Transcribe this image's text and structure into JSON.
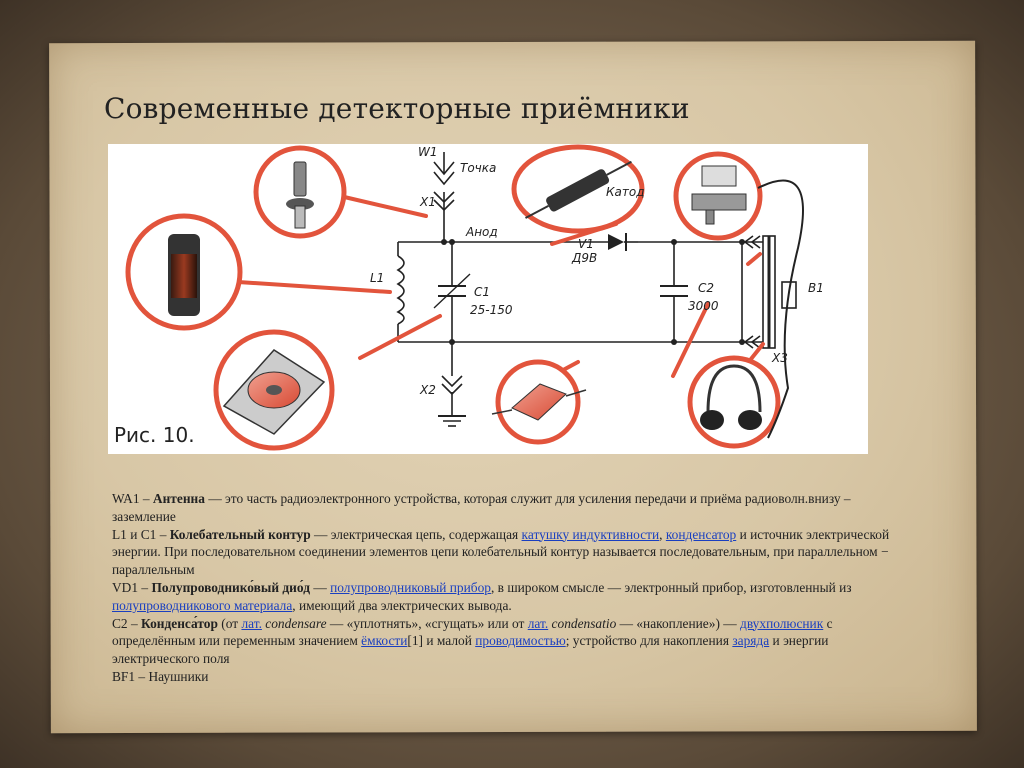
{
  "slide": {
    "title": "Современные детекторные приёмники"
  },
  "figure": {
    "caption": "Рис. 10.",
    "labels": {
      "w1": "W1",
      "tochka": "Точка",
      "katod": "Катод",
      "x1": "X1",
      "anod": "Анод",
      "v1": "V1",
      "d9v": "Д9В",
      "l1": "L1",
      "c1": "C1",
      "c1_range": "25-150",
      "c2": "C2",
      "c2_value": "3000",
      "b1": "B1",
      "x3": "X3",
      "x2": "X2"
    }
  },
  "text": {
    "wa1_code": "WA1 – ",
    "wa1_term": "Антенна",
    "wa1_desc": " — это часть радиоэлектронного устройства, которая служит для усиления передачи и приёма радиоволн.внизу – заземление",
    "lc_code": "L1 и C1 – ",
    "lc_term": "Колебательный контур",
    "lc_desc1": " — электрическая цепь, содержащая ",
    "lc_link1": "катушку индуктивности",
    "lc_sep": ", ",
    "lc_link2": "конденсатор",
    "lc_desc2": " и источник электрической энергии. При последовательном соединении элементов цепи колебательный контур называется последовательным, при параллельном − параллельным",
    "vd_code": "VD1 – ",
    "vd_term": "Полупроводнико́вый дио́д",
    "vd_desc1": " — ",
    "vd_link1": "полупроводниковый прибор",
    "vd_desc2": ", в широком смысле — электронный прибор, изготовленный из ",
    "vd_link2": "полупроводникового материала",
    "vd_desc3": ", имеющий два электрических вывода.",
    "c2_code": "C2 – ",
    "c2_term": "Конденса́тор",
    "c2_desc1": " (от ",
    "c2_link1": "лат.",
    "c2_lat1": " condensare",
    "c2_desc2": " — «уплотнять», «сгущать» или от ",
    "c2_link2": "лат.",
    "c2_lat2": " condensatio",
    "c2_desc3": " — «накопление») — ",
    "c2_link3": "двухполюсник",
    "c2_desc4": " с определённым или переменным значением ",
    "c2_link4": "ёмкости",
    "c2_desc5": "[1] и малой ",
    "c2_link5": "проводимостью",
    "c2_desc6": "; устройство для накопления ",
    "c2_link6": "заряда",
    "c2_desc7": " и энергии электрического поля",
    "bf1": "BF1 – Наушники"
  },
  "colors": {
    "paper": "#d8c7a6",
    "circle_red": "#e2543c",
    "link_blue": "#1a3fc0"
  }
}
